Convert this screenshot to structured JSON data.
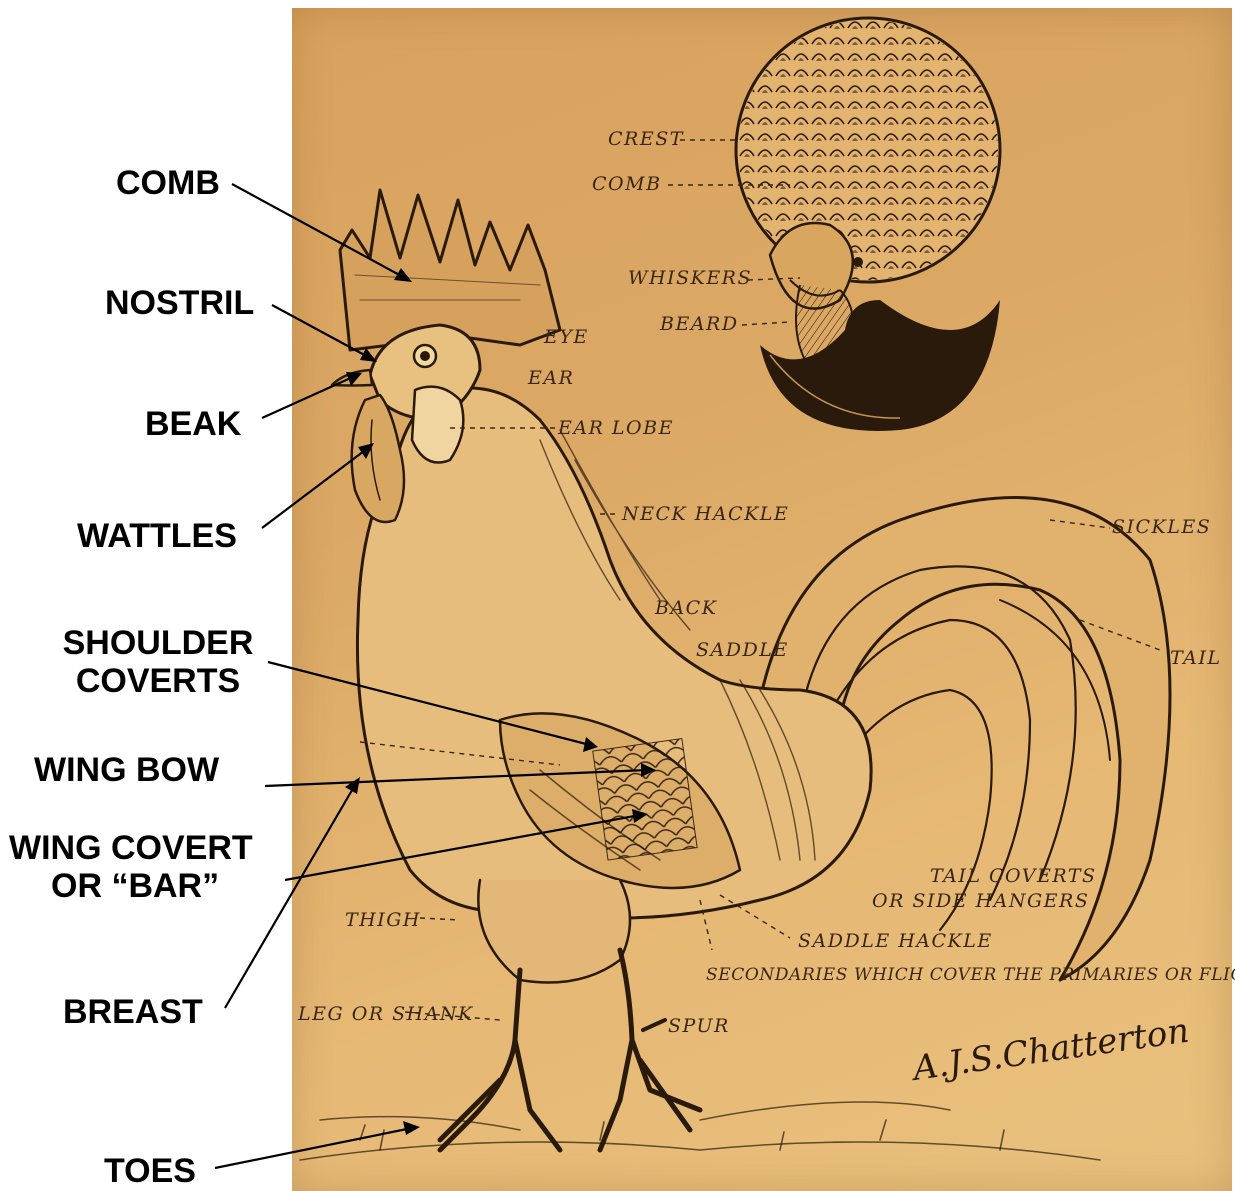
{
  "callouts": {
    "comb": "COMB",
    "nostril": "NOSTRIL",
    "beak": "BEAK",
    "wattles": "WATTLES",
    "shoulder_coverts_1": "SHOULDER",
    "shoulder_coverts_2": "COVERTS",
    "wing_bow": "WING BOW",
    "wing_covert_1": "WING COVERT",
    "wing_covert_2": "OR “BAR”",
    "breast": "BREAST",
    "toes": "TOES"
  },
  "plate_labels": {
    "crest": "CREST",
    "comb": "COMB",
    "whiskers": "WHISKERS",
    "beard": "BEARD",
    "eye": "EYE",
    "ear": "EAR",
    "ear_lobe": "EAR LOBE",
    "neck_hackle": "NECK HACKLE",
    "sickles": "SICKLES",
    "back": "BACK",
    "saddle": "SADDLE",
    "tail": "TAIL",
    "tail_coverts_1": "TAIL COVERTS",
    "tail_coverts_2": "OR SIDE HANGERS",
    "thigh": "THIGH",
    "saddle_hackle": "SADDLE HACKLE",
    "secondaries": "SECONDARIES WHICH COVER THE PRIMARIES OR FLIGHTS",
    "leg_or_shank": "LEG OR SHANK",
    "spur": "SPUR"
  },
  "signature": "A.J.S.Chatterton",
  "colors": {
    "plate": "#dba865",
    "ink": "#2a1a0c",
    "callout_text": "#000000"
  }
}
